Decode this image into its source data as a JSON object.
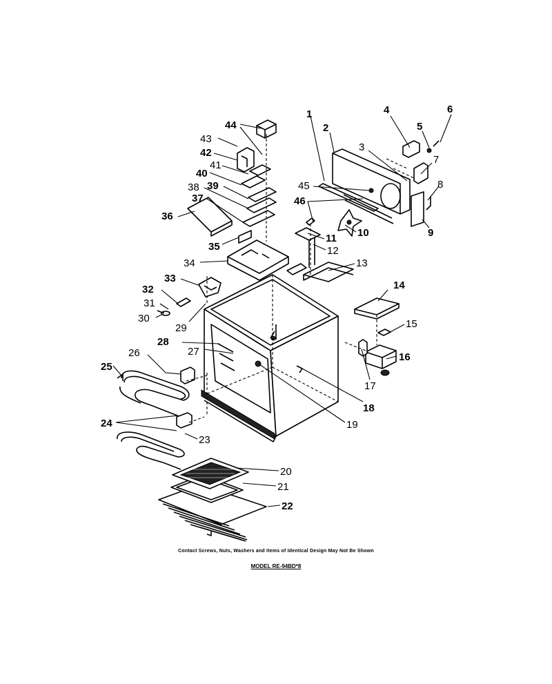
{
  "callouts": [
    "1",
    "2",
    "3",
    "4",
    "5",
    "6",
    "7",
    "8",
    "9",
    "10",
    "11",
    "12",
    "13",
    "14",
    "15",
    "16",
    "17",
    "18",
    "19",
    "20",
    "21",
    "22",
    "23",
    "24",
    "25",
    "26",
    "27",
    "28",
    "29",
    "30",
    "31",
    "32",
    "33",
    "34",
    "35",
    "36",
    "37",
    "38",
    "39",
    "40",
    "41",
    "42",
    "43",
    "44",
    "45",
    "46"
  ],
  "footer": {
    "note": "Contact Screws, Nuts, Washers and Items of Identical Design May Not Be Shown",
    "model": "MODEL RE-94BD*8"
  }
}
